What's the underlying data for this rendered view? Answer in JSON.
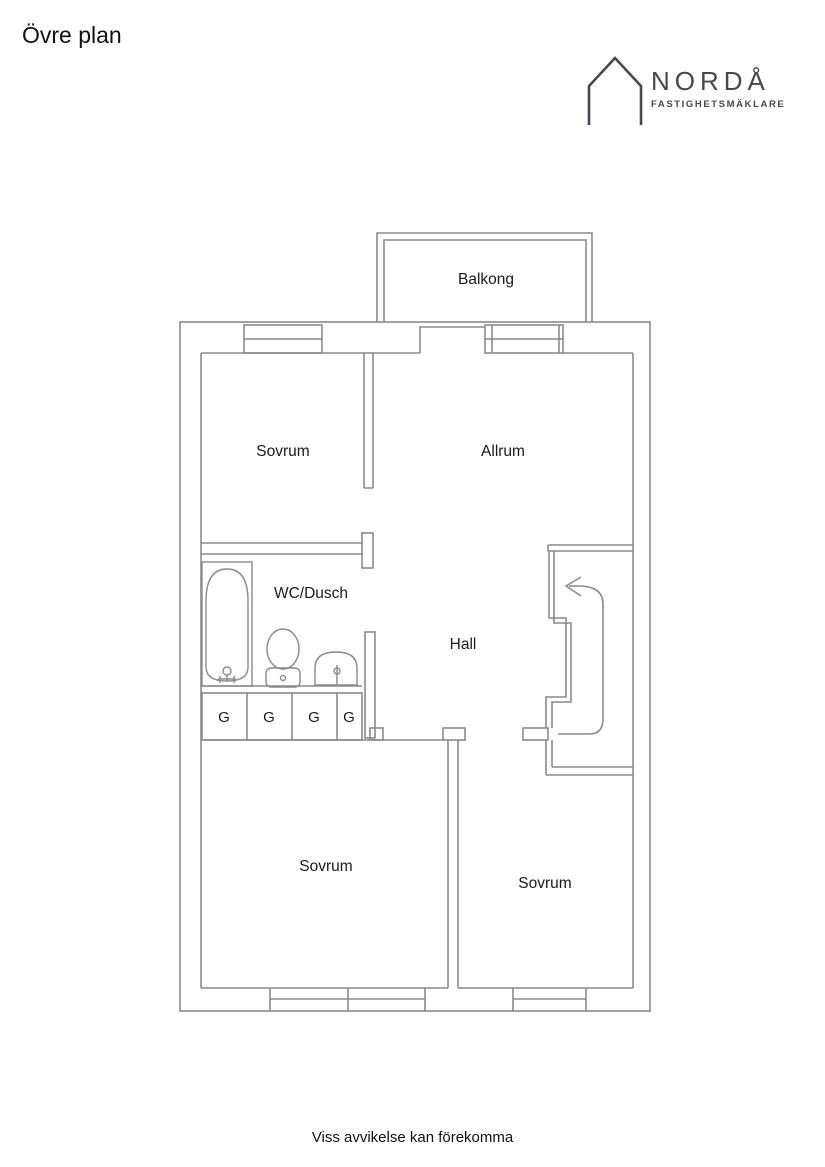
{
  "page": {
    "title": "Övre plan",
    "footer": "Viss avvikelse kan förekomma"
  },
  "logo": {
    "name": "NORDÅ",
    "tagline": "FASTIGHETSMÄKLARE",
    "color": "#45494e"
  },
  "floor_plan": {
    "wall_color": "#8a8a8a",
    "text_color": "#1a1a1a",
    "rooms": [
      {
        "id": "balkong",
        "label": "Balkong"
      },
      {
        "id": "sovrum-1",
        "label": "Sovrum"
      },
      {
        "id": "allrum",
        "label": "Allrum"
      },
      {
        "id": "wc-dusch",
        "label": "WC/Dusch"
      },
      {
        "id": "hall",
        "label": "Hall"
      },
      {
        "id": "sovrum-2",
        "label": "Sovrum"
      },
      {
        "id": "sovrum-3",
        "label": "Sovrum"
      }
    ],
    "closets": [
      {
        "label": "G"
      },
      {
        "label": "G"
      },
      {
        "label": "G"
      },
      {
        "label": "G"
      }
    ],
    "fixtures": [
      "bathtub",
      "toilet",
      "sink",
      "stairs-arrow"
    ]
  }
}
